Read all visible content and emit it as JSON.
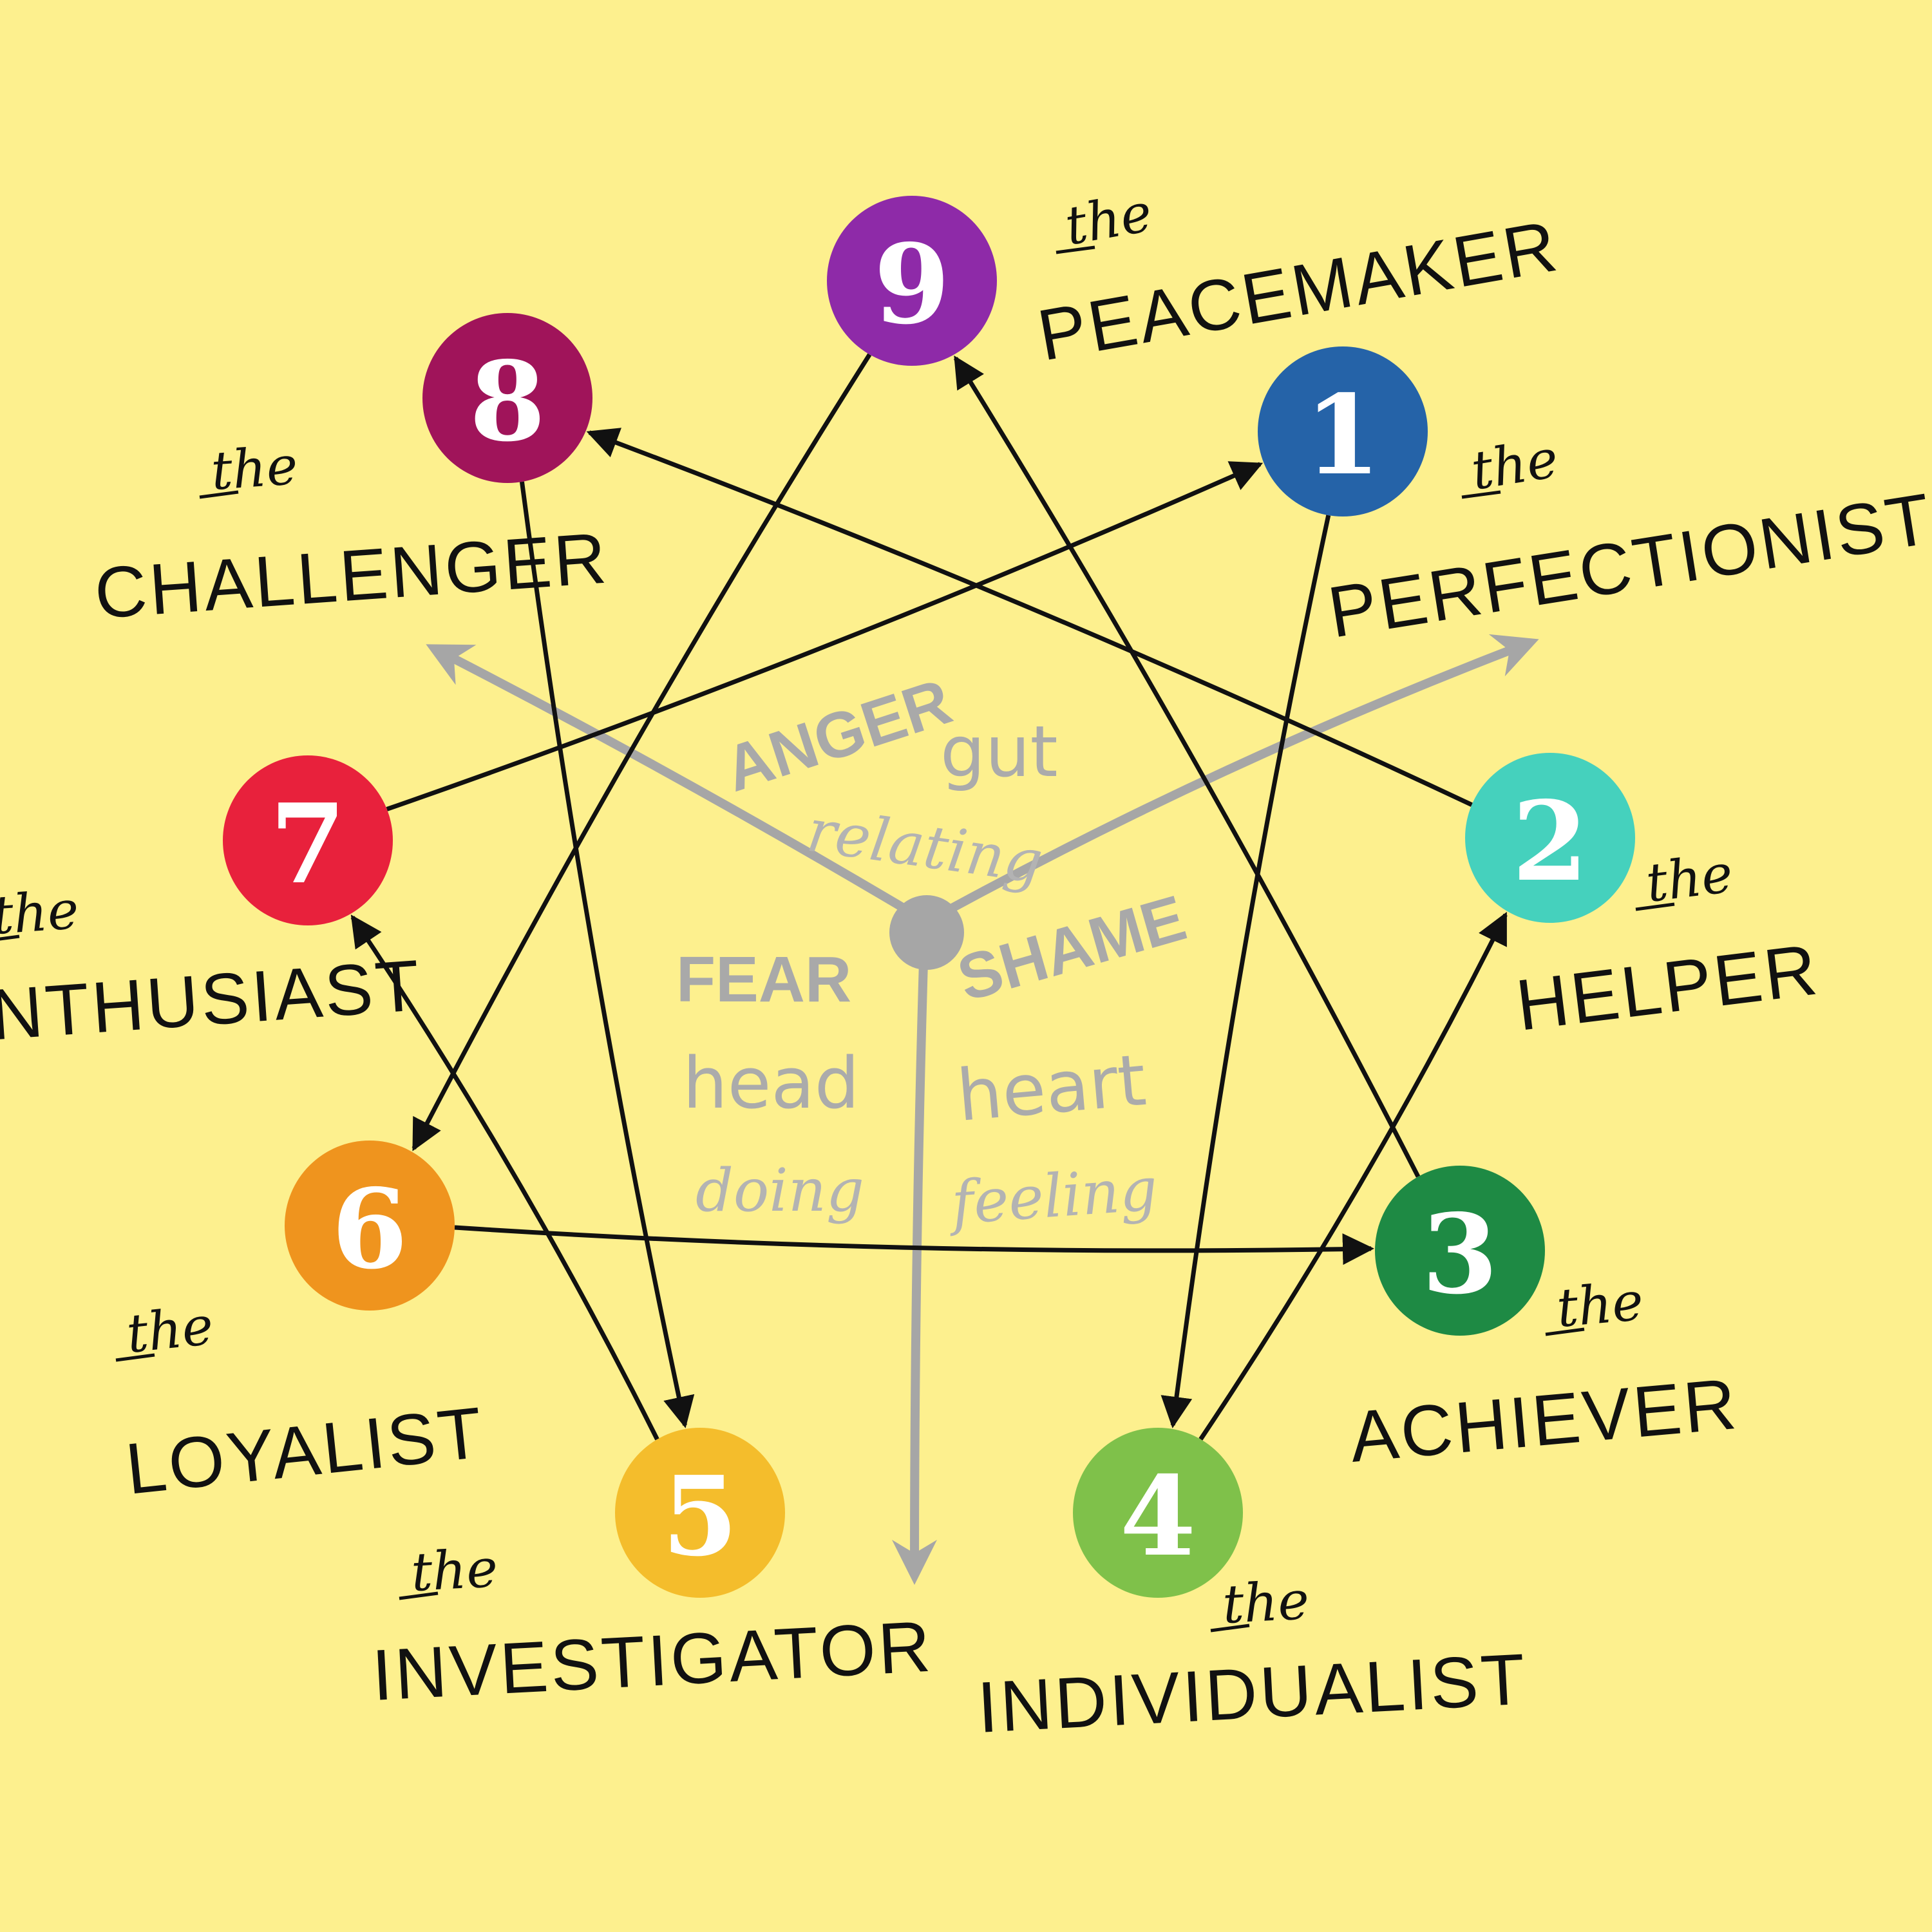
{
  "background_color": "#fdf08e",
  "types": [
    {
      "number": "1",
      "article": "the",
      "name": "PERFECTIONIST",
      "color": "#2563a8"
    },
    {
      "number": "2",
      "article": "the",
      "name": "HELPER",
      "color": "#45d1bd"
    },
    {
      "number": "3",
      "article": "the",
      "name": "ACHIEVER",
      "color": "#1e8a44"
    },
    {
      "number": "4",
      "article": "the",
      "name": "INDIVIDUALIST",
      "color": "#7fc14a"
    },
    {
      "number": "5",
      "article": "the",
      "name": "INVESTIGATOR",
      "color": "#f4bd2c"
    },
    {
      "number": "6",
      "article": "the",
      "name": "LOYALIST",
      "color": "#ef941e"
    },
    {
      "number": "7",
      "article": "the",
      "name": "ENTHUSIAST",
      "color": "#e8213c"
    },
    {
      "number": "8",
      "article": "the",
      "name": "CHALLENGER",
      "color": "#a0145a"
    },
    {
      "number": "9",
      "article": "the",
      "name": "PEACEMAKER",
      "color": "#8e2aa8"
    }
  ],
  "arrows": [
    [
      "7",
      "1"
    ],
    [
      "2",
      "8"
    ],
    [
      "9",
      "6"
    ],
    [
      "8",
      "5"
    ],
    [
      "1",
      "4"
    ],
    [
      "3",
      "9"
    ],
    [
      "6",
      "3"
    ],
    [
      "4",
      "2"
    ],
    [
      "5",
      "7"
    ]
  ],
  "centers": {
    "gut": {
      "emotion": "ANGER",
      "center": "gut",
      "mode": "relating"
    },
    "head": {
      "emotion": "FEAR",
      "center": "head",
      "mode": "doing"
    },
    "heart": {
      "emotion": "SHAME",
      "center": "heart",
      "mode": "feeling"
    }
  },
  "gray_color": "#a6a6a6"
}
